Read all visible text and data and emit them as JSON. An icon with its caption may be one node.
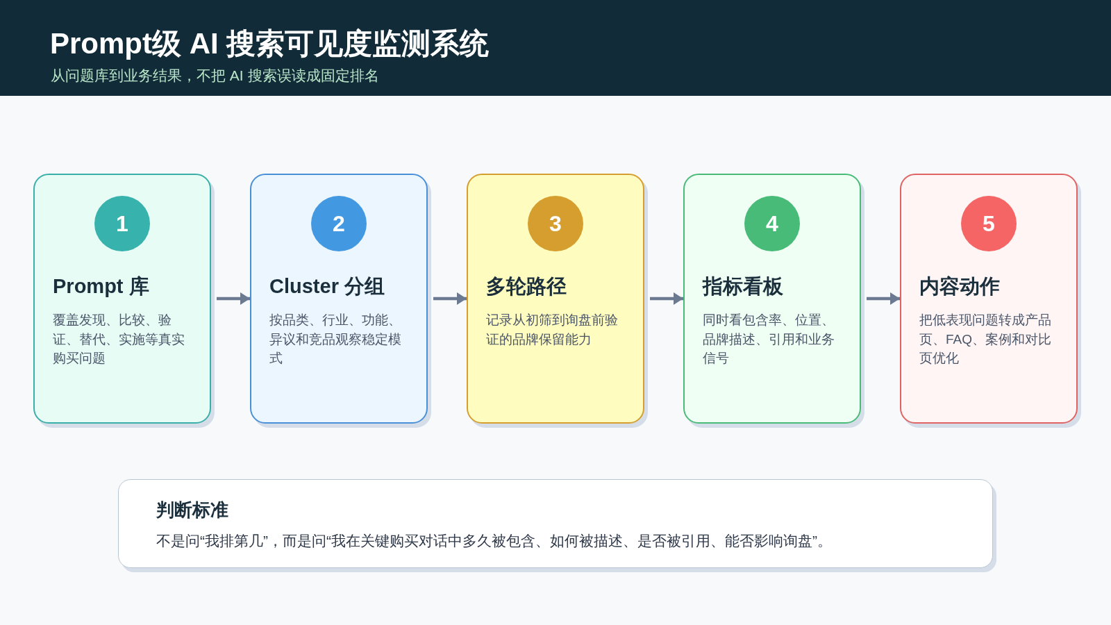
{
  "diagram": {
    "title": "Prompt级 AI 搜索可见度监测系统",
    "nodes": [
      {
        "text": [
          "Prompt 库",
          "覆盖发现、比较、验证、替代、实施等真实购买问题"
        ]
      },
      {
        "text": [
          "1"
        ],
        "in": 0
      },
      {
        "text": [
          "Cluster 分组",
          "按品类、行业、功能、异议和竞品观察稳定模式"
        ]
      },
      {
        "text": [
          "2"
        ],
        "in": 2
      },
      {
        "text": [
          "多轮路径",
          "记录从初筛到询盘前验证的品牌保留能力"
        ]
      },
      {
        "text": [
          "3"
        ],
        "in": 4
      },
      {
        "text": [
          "指标看板",
          "同时看包含率、位置、品牌描述、引用和业务信号"
        ]
      },
      {
        "text": [
          "4"
        ],
        "in": 6
      },
      {
        "text": [
          "内容动作",
          "把低表现问题转成产品页、FAQ、案例和对比页优化"
        ]
      },
      {
        "text": [
          "5"
        ],
        "in": 8
      },
      {
        "text": [
          "判断标准",
          "不是问“我排第几”，而是问“我在关键购买对话中多久被包含、如何被描述、是否被引用、能否影响询盘”。"
        ]
      }
    ],
    "edges": [
      {
        "from": 0,
        "to": 2,
        "arrow": "to"
      },
      {
        "from": 2,
        "to": 4,
        "arrow": "to"
      },
      {
        "from": 4,
        "to": 6,
        "arrow": "to"
      },
      {
        "from": 6,
        "to": 8,
        "arrow": "to"
      }
    ],
    "labels": [
      "从问题库到业务结果，不把 AI 搜索误读成固定排名"
    ]
  }
}
